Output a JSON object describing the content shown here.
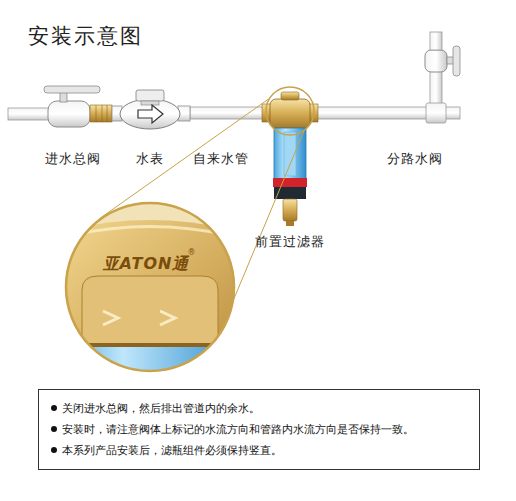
{
  "diagram": {
    "title": "安装示意图",
    "nodes": [
      {
        "text": [
          "关闭进水总阀，然后排出管道内的余水。",
          "安装时，请注意阀体上标记的水流方向和管路内水流方向是否保持一致。",
          "本系列产品安装后，滤瓶组件必须保持竖直。"
        ]
      }
    ],
    "labels": [
      "进水总阀",
      "水表",
      "自来水管",
      "分路水阀",
      "前置过滤器",
      "亚ATON通",
      "®"
    ]
  }
}
